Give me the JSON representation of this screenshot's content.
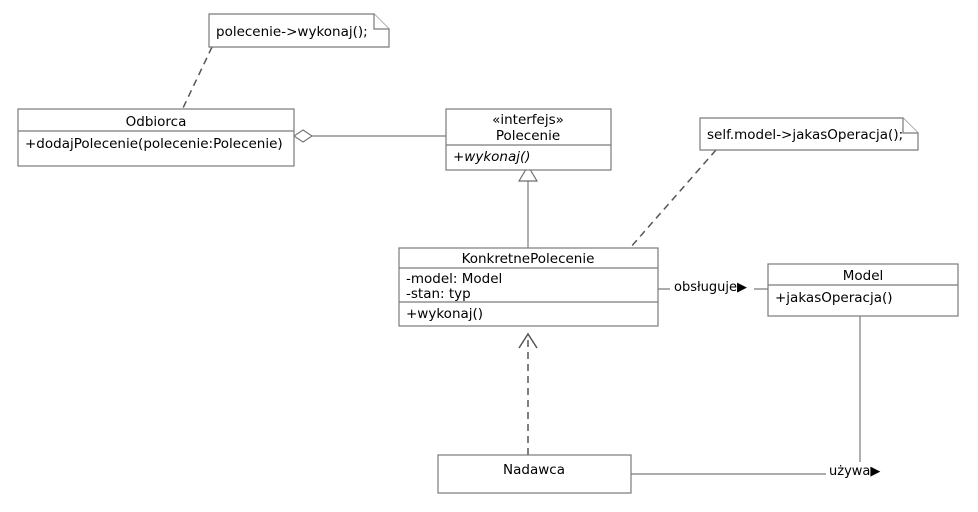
{
  "diagram": {
    "title": "Command pattern UML class diagram",
    "language": "pl",
    "stroke_color": "#7a7a7a",
    "text_color": "#000000",
    "background": "#ffffff",
    "classes": [
      {
        "id": "odbiorca",
        "name": "Odbiorca",
        "stereotype": "",
        "attributes": [],
        "operations": [
          "+dodajPolecenie(polecenie:Polecenie)"
        ]
      },
      {
        "id": "polecenie",
        "name": "Polecenie",
        "stereotype": "«interfejs»",
        "attributes": [],
        "operations": [
          "+wykonaj()"
        ]
      },
      {
        "id": "konkretnepolecenie",
        "name": "KonkretnePolecenie",
        "stereotype": "",
        "attributes": [
          "-model: Model",
          "-stan: typ"
        ],
        "operations": [
          "+wykonaj()"
        ]
      },
      {
        "id": "model",
        "name": "Model",
        "stereotype": "",
        "attributes": [],
        "operations": [
          "+jakasOperacja()"
        ]
      },
      {
        "id": "nadawca",
        "name": "Nadawca",
        "stereotype": "",
        "attributes": [],
        "operations": []
      }
    ],
    "notes": [
      {
        "id": "note-wykonaj",
        "text": "polecenie->wykonaj();",
        "attached_to": "odbiorca"
      },
      {
        "id": "note-jakasoperacja",
        "text": "self.model->jakasOperacja();",
        "attached_to": "konkretnepolecenie"
      }
    ],
    "relations": [
      {
        "id": "odbiorca-polecenie",
        "from": "odbiorca",
        "to": "polecenie",
        "type": "aggregation",
        "label": ""
      },
      {
        "id": "konkretnepolecenie-polecenie",
        "from": "konkretnepolecenie",
        "to": "polecenie",
        "type": "realization",
        "label": ""
      },
      {
        "id": "konkretnepolecenie-model",
        "from": "konkretnepolecenie",
        "to": "model",
        "type": "association",
        "label": "obsługuje▶"
      },
      {
        "id": "nadawca-konkretnepolecenie",
        "from": "nadawca",
        "to": "konkretnepolecenie",
        "type": "dependency",
        "label": ""
      },
      {
        "id": "nadawca-model",
        "from": "nadawca",
        "to": "model",
        "type": "association",
        "label": "używa▶"
      }
    ],
    "edge_labels": {
      "obsluguje": "obsługuje▶",
      "uzywa": "używa▶"
    }
  }
}
